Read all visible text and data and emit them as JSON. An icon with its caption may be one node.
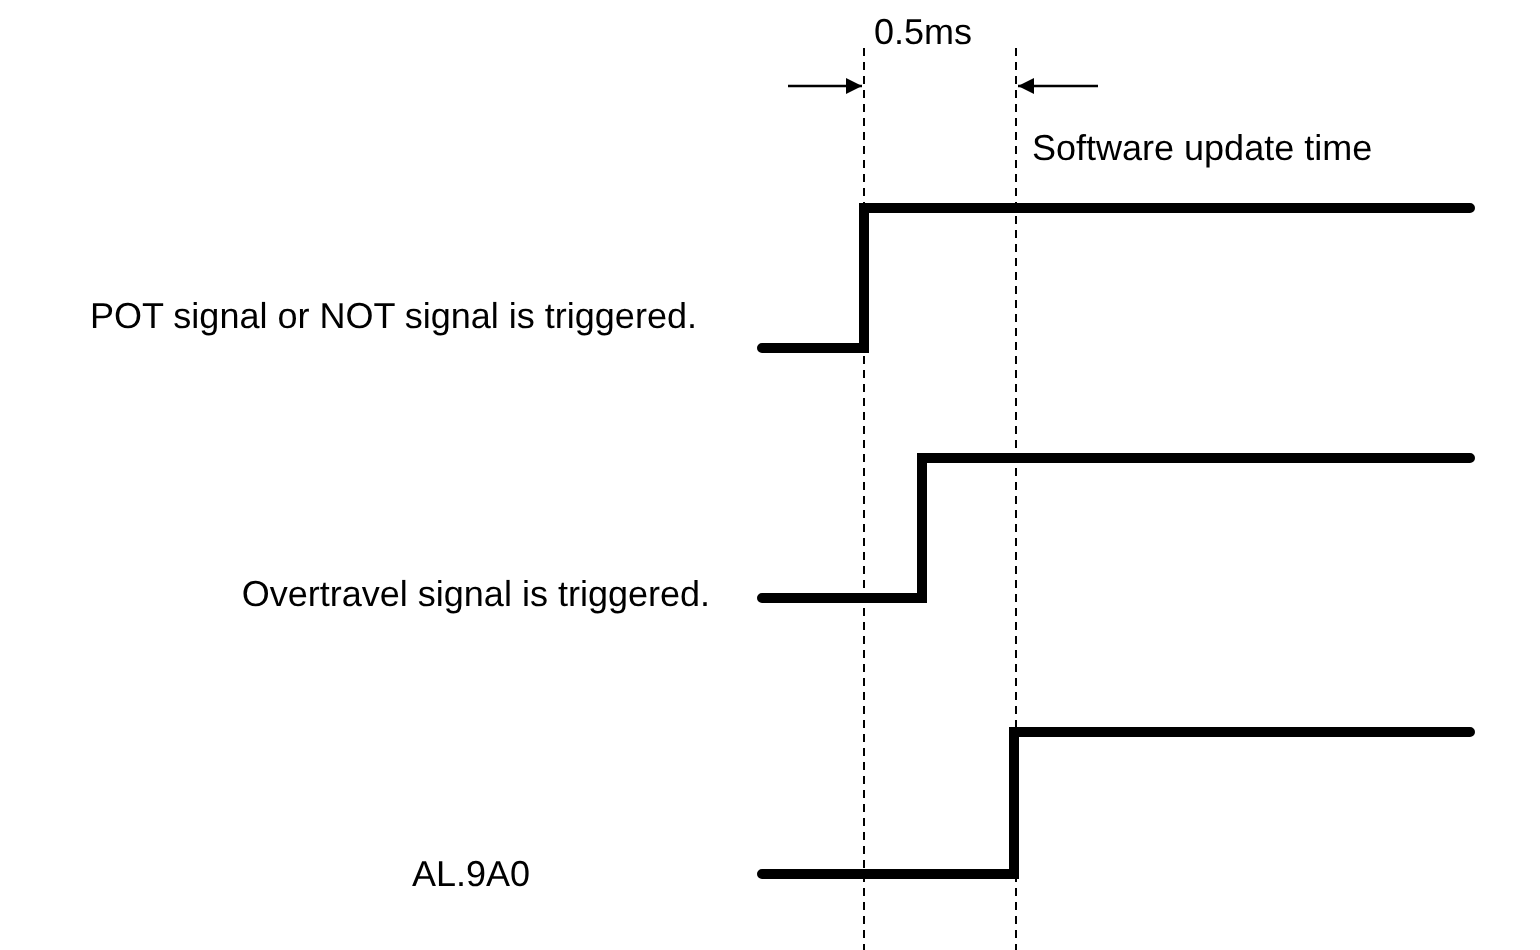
{
  "diagram": {
    "labels": [
      "0.5ms",
      "Software update time",
      "POT signal or NOT signal is triggered.",
      "Overtravel signal is triggered.",
      "AL.9A0"
    ]
  }
}
